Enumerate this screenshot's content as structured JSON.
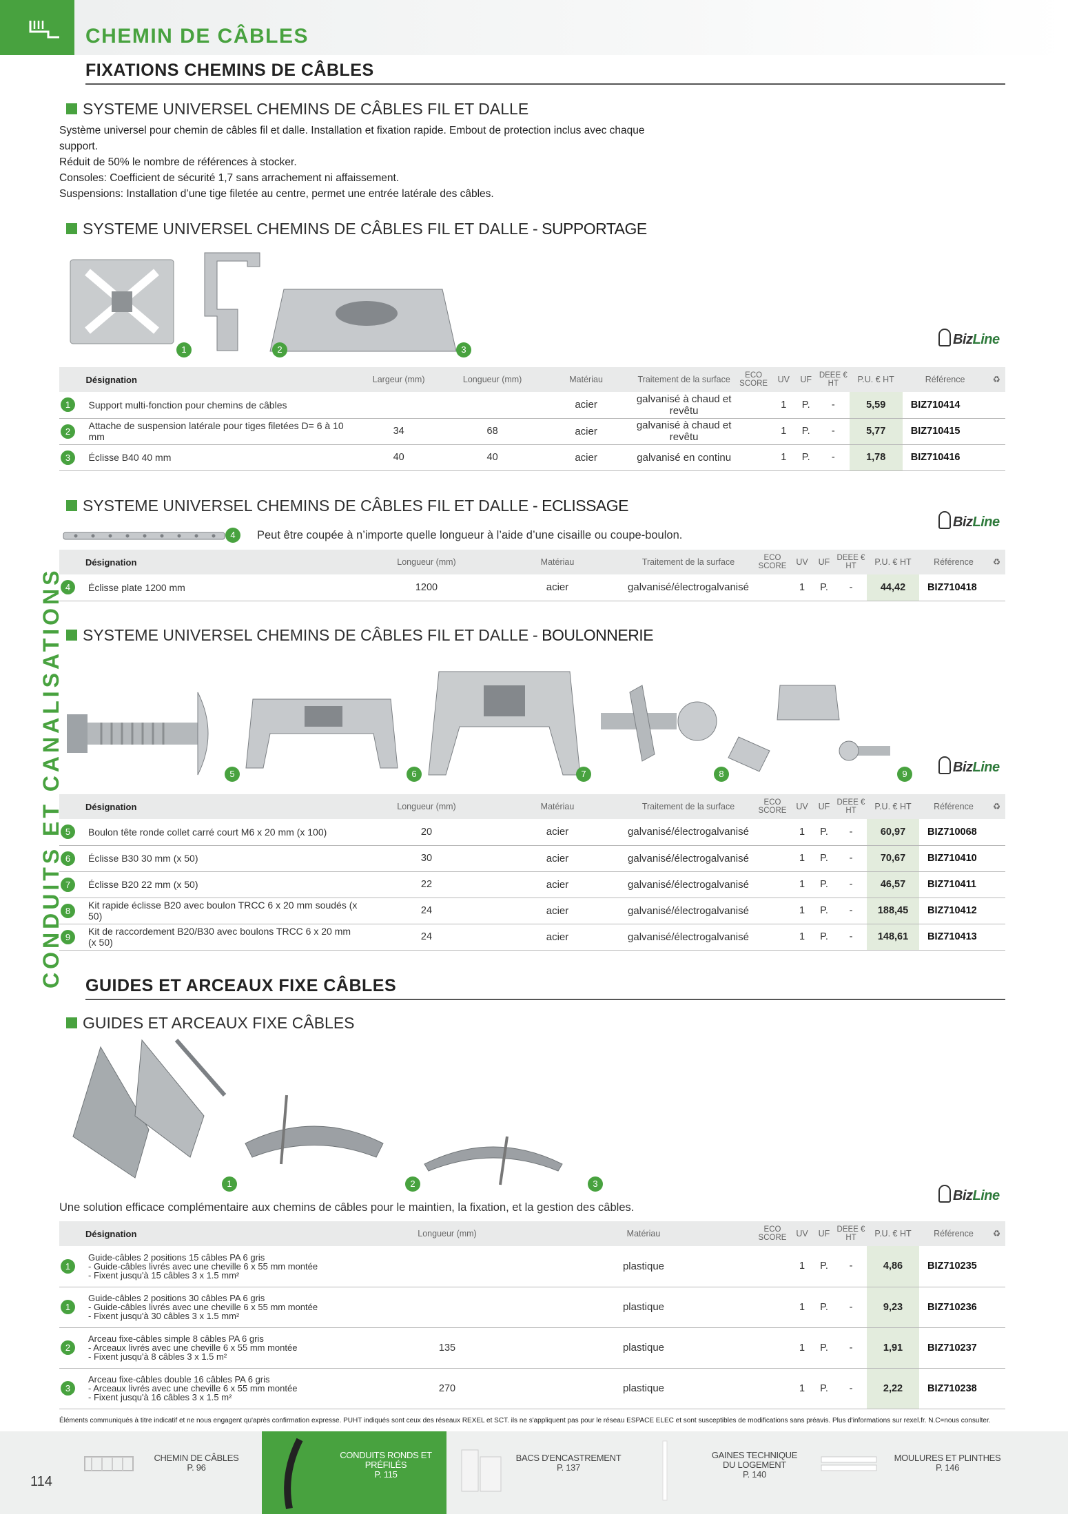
{
  "header": {
    "title": "CHEMIN DE CÂBLES",
    "side_label": "CONDUITS ET CANALISATIONS"
  },
  "section1": {
    "title": "FIXATIONS CHEMINS DE CÂBLES",
    "sub1": "SYSTEME UNIVERSEL CHEMINS DE CÂBLES FIL ET DALLE",
    "intro": [
      "Système universel pour chemin de câbles fil et dalle. Installation et fixation rapide. Embout de protection inclus avec chaque support.",
      "Réduit de 50% le nombre de références à stocker.",
      "Consoles: Coefficient de sécurité 1,7 sans arrachement ni affaissement.",
      "Suspensions: Installation d’une tige filetée au centre, permet une entrée latérale des câbles."
    ]
  },
  "brand": {
    "name_part1": "Biz",
    "name_part2": "Line"
  },
  "supportage": {
    "title": "SYSTEME UNIVERSEL CHEMINS DE CÂBLES FIL ET DALLE",
    "suffix": " - SUPPORTAGE",
    "headers": [
      "Désignation",
      "Largeur (mm)",
      "Longueur (mm)",
      "Matériau",
      "Traitement de la surface",
      "ECO SCORE",
      "UV",
      "UF",
      "DEEE € HT",
      "P.U. € HT",
      "Référence"
    ],
    "rows": [
      {
        "n": "1",
        "des": "Support multi-fonction pour chemins de câbles",
        "w": "",
        "l": "",
        "mat": "acier",
        "tr": "galvanisé à chaud et revêtu",
        "uv": "1",
        "uf": "P.",
        "deee": "-",
        "pu": "5,59",
        "ref": "BIZ710414"
      },
      {
        "n": "2",
        "des": "Attache de suspension latérale pour tiges filetées D= 6 à 10 mm",
        "w": "34",
        "l": "68",
        "mat": "acier",
        "tr": "galvanisé à chaud et revêtu",
        "uv": "1",
        "uf": "P.",
        "deee": "-",
        "pu": "5,77",
        "ref": "BIZ710415"
      },
      {
        "n": "3",
        "des": "Éclisse B40 40 mm",
        "w": "40",
        "l": "40",
        "mat": "acier",
        "tr": "galvanisé en continu",
        "uv": "1",
        "uf": "P.",
        "deee": "-",
        "pu": "1,78",
        "ref": "BIZ710416"
      }
    ]
  },
  "eclissage": {
    "title": "SYSTEME UNIVERSEL CHEMINS DE CÂBLES FIL ET DALLE",
    "suffix": " - ECLISSAGE",
    "note": "Peut être coupée à n’importe quelle longueur à l’aide d’une cisaille ou coupe-boulon.",
    "headers": [
      "Désignation",
      "Longueur (mm)",
      "Matériau",
      "Traitement de la surface",
      "ECO SCORE",
      "UV",
      "UF",
      "DEEE € HT",
      "P.U. € HT",
      "Référence"
    ],
    "rows": [
      {
        "n": "4",
        "des": "Éclisse plate 1200 mm",
        "l": "1200",
        "mat": "acier",
        "tr": "galvanisé/électrogalvanisé",
        "uv": "1",
        "uf": "P.",
        "deee": "-",
        "pu": "44,42",
        "ref": "BIZ710418"
      }
    ]
  },
  "boulonnerie": {
    "title": "SYSTEME UNIVERSEL CHEMINS DE CÂBLES FIL ET DALLE",
    "suffix": " - BOULONNERIE",
    "headers": [
      "Désignation",
      "Longueur (mm)",
      "Matériau",
      "Traitement de la surface",
      "ECO SCORE",
      "UV",
      "UF",
      "DEEE € HT",
      "P.U. € HT",
      "Référence"
    ],
    "rows": [
      {
        "n": "5",
        "des": "Boulon tête ronde collet carré court M6 x 20 mm (x 100)",
        "l": "20",
        "mat": "acier",
        "tr": "galvanisé/électrogalvanisé",
        "uv": "1",
        "uf": "P.",
        "deee": "-",
        "pu": "60,97",
        "ref": "BIZ710068"
      },
      {
        "n": "6",
        "des": "Éclisse B30 30 mm (x 50)",
        "l": "30",
        "mat": "acier",
        "tr": "galvanisé/électrogalvanisé",
        "uv": "1",
        "uf": "P.",
        "deee": "-",
        "pu": "70,67",
        "ref": "BIZ710410"
      },
      {
        "n": "7",
        "des": "Éclisse B20 22 mm (x 50)",
        "l": "22",
        "mat": "acier",
        "tr": "galvanisé/électrogalvanisé",
        "uv": "1",
        "uf": "P.",
        "deee": "-",
        "pu": "46,57",
        "ref": "BIZ710411"
      },
      {
        "n": "8",
        "des": "Kit rapide éclisse B20 avec boulon TRCC 6 x 20 mm soudés (x 50)",
        "l": "24",
        "mat": "acier",
        "tr": "galvanisé/électrogalvanisé",
        "uv": "1",
        "uf": "P.",
        "deee": "-",
        "pu": "188,45",
        "ref": "BIZ710412"
      },
      {
        "n": "9",
        "des": "Kit de raccordement B20/B30 avec boulons TRCC 6 x 20 mm (x 50)",
        "l": "24",
        "mat": "acier",
        "tr": "galvanisé/électrogalvanisé",
        "uv": "1",
        "uf": "P.",
        "deee": "-",
        "pu": "148,61",
        "ref": "BIZ710413"
      }
    ]
  },
  "guides": {
    "section_title": "GUIDES ET ARCEAUX FIXE CÂBLES",
    "sub": "GUIDES ET ARCEAUX FIXE CÂBLES",
    "note": "Une solution efficace complémentaire aux chemins de câbles pour le maintien, la fixation, et la gestion des câbles.",
    "headers": [
      "Désignation",
      "Longueur (mm)",
      "Matériau",
      "ECO SCORE",
      "UV",
      "UF",
      "DEEE € HT",
      "P.U. € HT",
      "Référence"
    ],
    "rows": [
      {
        "n": "1",
        "des": [
          "Guide-câbles 2 positions 15 câbles PA 6 gris",
          "- Guide-câbles livrés avec une cheville 6 x 55 mm montée",
          "- Fixent jusqu'à 15 câbles 3 x 1.5 mm²"
        ],
        "l": "",
        "mat": "plastique",
        "uv": "1",
        "uf": "P.",
        "deee": "-",
        "pu": "4,86",
        "ref": "BIZ710235"
      },
      {
        "n": "1",
        "des": [
          "Guide-câbles 2 positions 30 câbles PA 6 gris",
          "- Guide-câbles livrés avec une cheville 6 x 55 mm montée",
          "- Fixent jusqu'à 30 câbles 3 x 1.5 mm²"
        ],
        "l": "",
        "mat": "plastique",
        "uv": "1",
        "uf": "P.",
        "deee": "-",
        "pu": "9,23",
        "ref": "BIZ710236"
      },
      {
        "n": "2",
        "des": [
          "Arceau fixe-câbles simple 8 câbles PA 6 gris",
          "- Arceaux livrés avec une cheville 6 x 55 mm montée",
          "- Fixent jusqu'à 8 câbles 3 x 1.5 m²"
        ],
        "l": "135",
        "mat": "plastique",
        "uv": "1",
        "uf": "P.",
        "deee": "-",
        "pu": "1,91",
        "ref": "BIZ710237"
      },
      {
        "n": "3",
        "des": [
          "Arceau fixe-câbles double 16 câbles PA 6 gris",
          "- Arceaux livrés avec une cheville 6 x 55 mm montée",
          "- Fixent jusqu'à 16 câbles 3 x 1.5 m²"
        ],
        "l": "270",
        "mat": "plastique",
        "uv": "1",
        "uf": "P.",
        "deee": "-",
        "pu": "2,22",
        "ref": "BIZ710238"
      }
    ]
  },
  "disclaimer": "Éléments communiqués à titre indicatif et ne nous engagent qu'après confirmation expresse. PUHT indiqués sont ceux des réseaux REXEL et SCT. ils ne s'appliquent pas pour le réseau ESPACE ELEC et sont susceptibles de modifications sans préavis. Plus d'informations sur rexel.fr. N.C=nous consulter.",
  "footer": {
    "page": "114",
    "items": [
      {
        "label": "CHEMIN DE CÂBLES",
        "page": "P. 96"
      },
      {
        "label": "CONDUITS RONDS ET PRÉFILÉS",
        "page": "P. 115"
      },
      {
        "label": "BACS D'ENCASTREMENT",
        "page": "P. 137"
      },
      {
        "label": "GAINES TECHNIQUE DU LOGEMENT",
        "page": "P. 140"
      },
      {
        "label": "MOULURES ET PLINTHES",
        "page": "P. 146"
      }
    ]
  },
  "colors": {
    "accent": "#48a23f",
    "price_bg": "#e3ecdd",
    "header_bg": "#e9eaea"
  }
}
